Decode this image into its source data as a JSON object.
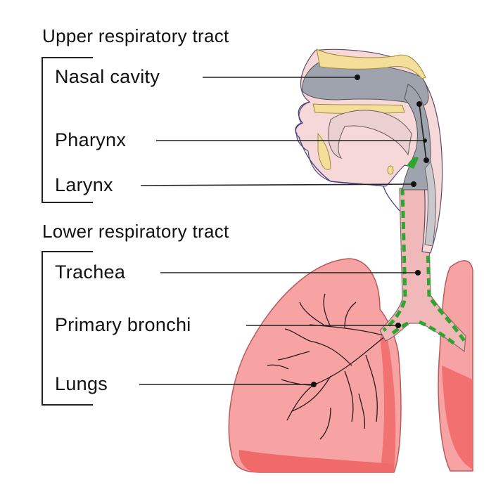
{
  "sections": {
    "upper": {
      "title": "Upper respiratory tract",
      "labels": [
        "Nasal cavity",
        "Pharynx",
        "Larynx"
      ]
    },
    "lower": {
      "title": "Lower respiratory tract",
      "labels": [
        "Trachea",
        "Primary bronchi",
        "Lungs"
      ]
    }
  },
  "colors": {
    "lung": "#f7a3a3",
    "lung_dark": "#f16a6a",
    "airway": "#9fa3ad",
    "bone": "#f3df9a",
    "cilia": "#2fa52f",
    "trachea": "#f0b8b8",
    "leader": "#222222"
  }
}
